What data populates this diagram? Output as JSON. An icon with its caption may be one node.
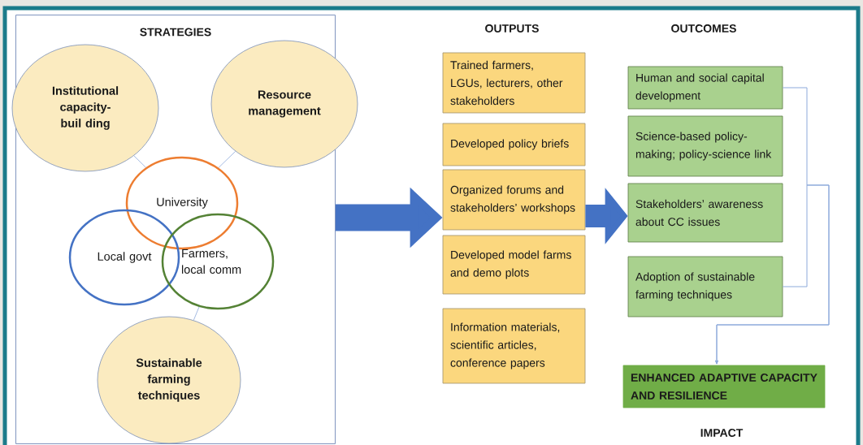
{
  "diagram": {
    "nodes": [
      {
        "text": [
          "STRATEGIES"
        ]
      },
      {
        "text": [
          "Institutional capacity-buil ding"
        ],
        "in": 0
      },
      {
        "text": [
          "Resource management"
        ],
        "in": 0
      },
      {
        "text": [
          "University"
        ],
        "in": 0
      },
      {
        "text": [
          "Local govt"
        ],
        "in": 0
      },
      {
        "text": [
          "Farmers, local comm"
        ],
        "in": 0
      },
      {
        "text": [
          "Sustainable farming techniques"
        ],
        "in": 0
      },
      {
        "text": [
          "Trained farmers, LGUs, lecturers, other stakeholders"
        ]
      },
      {
        "text": [
          "Developed policy briefs"
        ]
      },
      {
        "text": [
          "Organized forums and stakeholders’ workshops"
        ]
      },
      {
        "text": [
          "Developed model farms and demo plots"
        ]
      },
      {
        "text": [
          "Information materials, scientific articles, conference papers"
        ]
      },
      {
        "text": [
          "Human and social capital development"
        ]
      },
      {
        "text": [
          "Science-based policy-making; policy-science link"
        ]
      },
      {
        "text": [
          "Stakeholders’ awareness about CC issues"
        ]
      },
      {
        "text": [
          "Adoption of sustainable farming techniques"
        ]
      },
      {
        "text": [
          "ENHANCED ADAPTIVE CAPACITY AND RESILIENCE"
        ]
      }
    ],
    "edges": [
      {
        "from": 1,
        "to": 3,
        "arrow": "none"
      },
      {
        "from": 2,
        "to": 3,
        "arrow": "none"
      },
      {
        "from": 6,
        "to": 5,
        "arrow": "none"
      },
      {
        "from": 0,
        "to": 9,
        "arrow": "to",
        "style": "thick"
      },
      {
        "from": 9,
        "to": 14,
        "arrow": "to",
        "style": "thick"
      },
      {
        "from": 12,
        "to": 16,
        "arrow": "to"
      },
      {
        "from": 15,
        "to": 16,
        "arrow": "to"
      }
    ],
    "labels": [
      "OUTPUTS",
      "OUTCOMES",
      "IMPACT"
    ]
  }
}
